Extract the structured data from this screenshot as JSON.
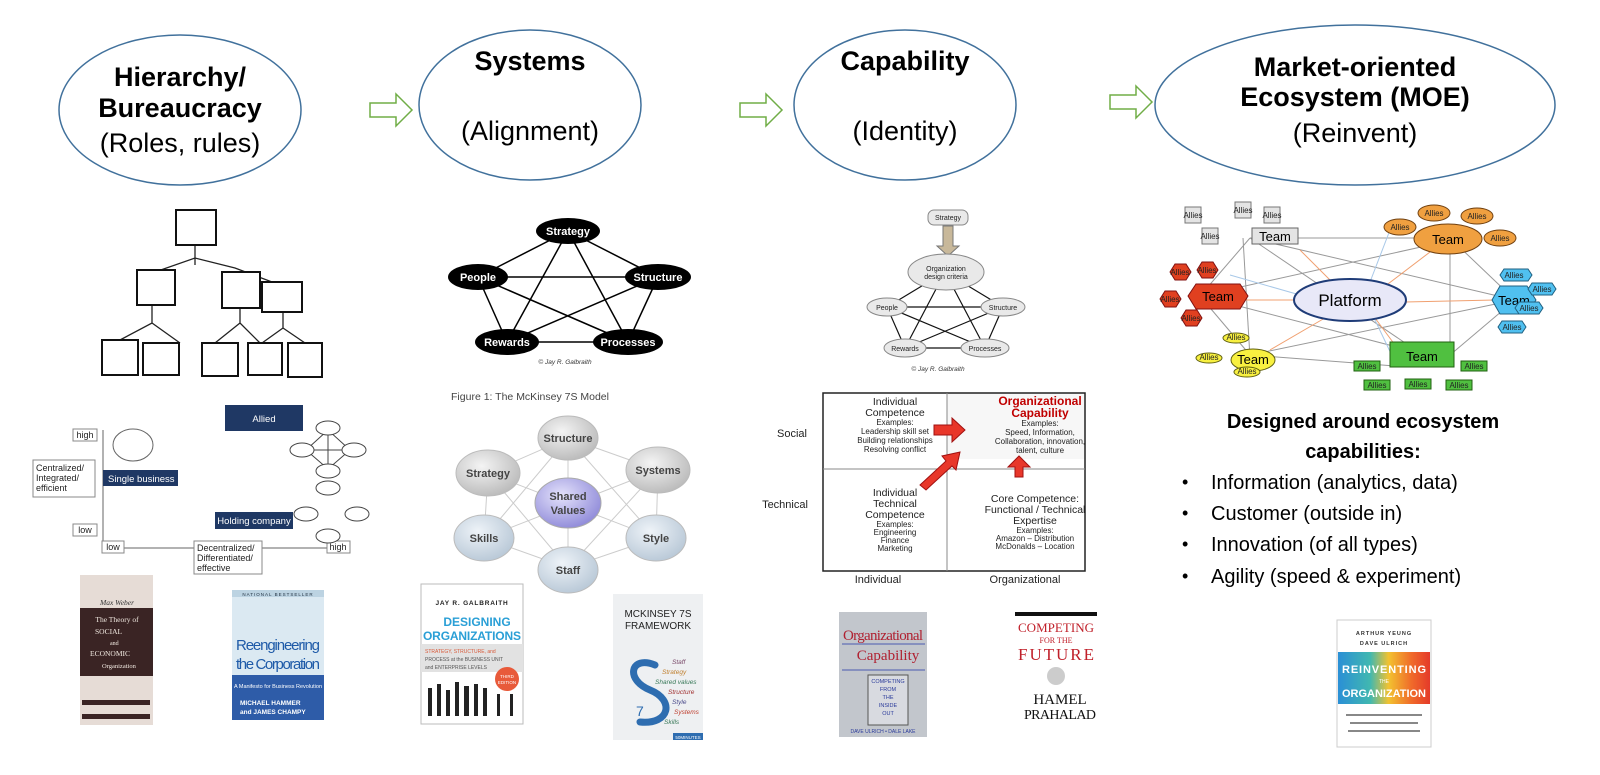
{
  "stages": [
    {
      "title_lines": [
        "Hierarchy/",
        "Bureaucracy"
      ],
      "subtitle": "(Roles, rules)"
    },
    {
      "title_lines": [
        "Systems"
      ],
      "subtitle": "(Alignment)"
    },
    {
      "title_lines": [
        "Capability"
      ],
      "subtitle": "(Identity)"
    },
    {
      "title_lines": [
        "Market-oriented",
        "Ecosystem (MOE)"
      ],
      "subtitle": "(Reinvent)"
    }
  ],
  "colors": {
    "stage_border": "#41719c",
    "arrow": "#70ad47",
    "navy": "#1f3864",
    "red_arrow": "#e8372a"
  },
  "hierarchy_chart": {
    "y_high": "high",
    "y_low": "low",
    "y_label": [
      "Centralized/",
      "Integrated/",
      "efficient"
    ],
    "x_low": "low",
    "x_high": "high",
    "x_label": [
      "Decentralized/",
      "Differentiated/",
      "effective"
    ],
    "boxes": {
      "single": "Single business",
      "allied": "Allied",
      "holding": "Holding company"
    }
  },
  "galbraith_star": {
    "nodes": [
      "Strategy",
      "People",
      "Structure",
      "Rewards",
      "Processes"
    ],
    "credit": "© Jay R. Galbraith"
  },
  "mckinsey": {
    "caption": "Figure 1: The McKinsey 7S Model",
    "nodes": {
      "structure": "Structure",
      "strategy": "Strategy",
      "systems": "Systems",
      "shared1": "Shared",
      "shared2": "Values",
      "skills": "Skills",
      "style": "Style",
      "staff": "Staff"
    }
  },
  "capability_star": {
    "strategy": "Strategy",
    "criteria": [
      "Organization",
      "design criteria"
    ],
    "nodes": [
      "People",
      "Structure",
      "Rewards",
      "Processes"
    ],
    "credit": "© Jay R. Galbraith"
  },
  "capability_matrix": {
    "row_labels": [
      "Social",
      "Technical"
    ],
    "col_labels": [
      "Individual",
      "Organizational"
    ],
    "q1": {
      "title": [
        "Individual",
        "Competence"
      ],
      "examples_label": "Examples:",
      "items": [
        "Leadership skill set",
        "Building relationships",
        "Resolving conflict"
      ]
    },
    "q2": {
      "title": [
        "Organizational",
        "Capability"
      ],
      "examples_label": "Examples:",
      "items": [
        "Speed, Information,",
        "Collaboration, innovation,",
        "talent, culture"
      ]
    },
    "q3": {
      "title": [
        "Individual",
        "Technical",
        "Competence"
      ],
      "examples_label": "Examples:",
      "items": [
        "Engineering",
        "Finance",
        "Marketing"
      ]
    },
    "q4": {
      "title": [
        "Core Competence:",
        "Functional / Technical",
        "Expertise"
      ],
      "examples_label": "Examples:",
      "items": [
        "Amazon – Distribution",
        "McDonalds – Location"
      ]
    }
  },
  "ecosystem": {
    "platform": "Platform",
    "team": "Team",
    "allies": "Allies"
  },
  "moe_text": {
    "heading": [
      "Designed around ecosystem",
      "capabilities:"
    ],
    "bullets": [
      "Information (analytics, data)",
      "Customer (outside in)",
      "Innovation (of all types)",
      "Agility (speed & experiment)"
    ]
  },
  "books": {
    "weber": {
      "author": "Max Weber",
      "title": [
        "The Theory of",
        "SOCIAL",
        "and",
        "ECONOMIC",
        "Organization"
      ]
    },
    "hammer": {
      "banner": "NATIONAL BESTSELLER",
      "title": [
        "Reengineering",
        "the Corporation"
      ],
      "subtitle": "A Manifesto for Business Revolution",
      "authors": [
        "MICHAEL HAMMER",
        "and JAMES CHAMPY"
      ]
    },
    "galbraith": {
      "author": "JAY R. GALBRAITH",
      "title": [
        "DESIGNING",
        "ORGANIZATIONS"
      ],
      "subtitle": [
        "STRATEGY, STRUCTURE, and",
        "PROCESS at the BUSINESS UNIT",
        "and ENTERPRISE LEVELS"
      ],
      "badge": [
        "THIRD",
        "EDITION"
      ]
    },
    "mckinsey": {
      "title": [
        "MCKINSEY 7S",
        "FRAMEWORK"
      ],
      "items": [
        "Staff",
        "Strategy",
        "Shared values",
        "Structure",
        "Style",
        "Systems",
        "Skills"
      ],
      "badge": "50MINUTES"
    },
    "ulrich": {
      "title": [
        "Organizational",
        "Capability"
      ],
      "subtitle": [
        "COMPETING",
        "FROM",
        "THE",
        "INSIDE",
        "OUT"
      ],
      "authors": "DAVE ULRICH • DALE LAKE"
    },
    "hamel": {
      "title": [
        "COMPETING",
        "FOR THE",
        "FUTURE"
      ],
      "authors": [
        "HAMEL",
        "PRAHALAD"
      ]
    },
    "yeung": {
      "authors": [
        "ARTHUR YEUNG",
        "DAVE ULRICH"
      ],
      "title": [
        "REINVENTING",
        "THE",
        "ORGANIZATION"
      ]
    }
  }
}
